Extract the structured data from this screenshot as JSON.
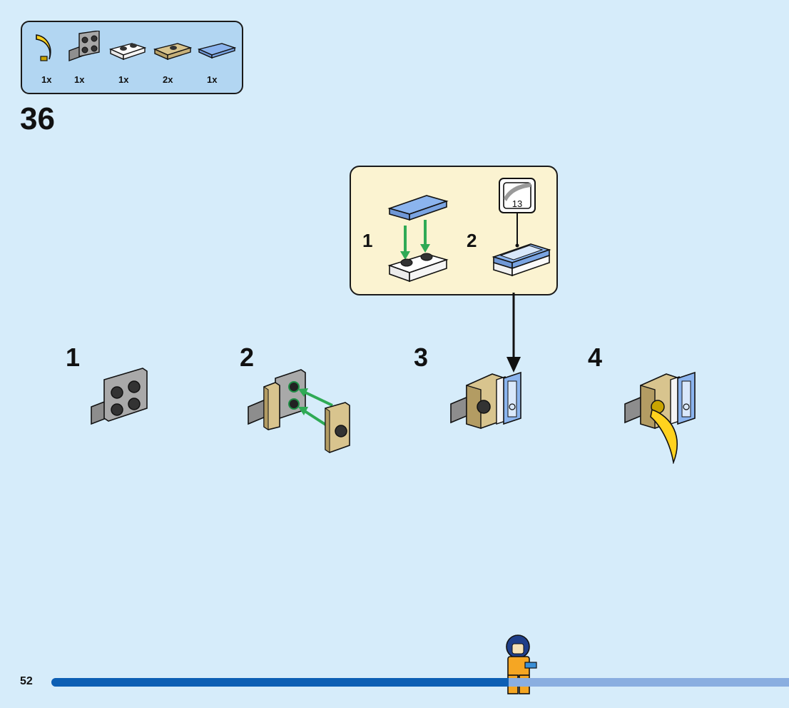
{
  "parts": [
    {
      "icon": "banana-piece-icon",
      "qty": "1x"
    },
    {
      "icon": "angle-bracket-piece-icon",
      "qty": "1x"
    },
    {
      "icon": "white-plate-piece-icon",
      "qty": "1x"
    },
    {
      "icon": "tan-jumper-plate-piece-icon",
      "qty": "2x"
    },
    {
      "icon": "blue-tile-piece-icon",
      "qty": "1x"
    }
  ],
  "step_number": "36",
  "callout": {
    "sub_steps": [
      "1",
      "2"
    ],
    "sticker_number": "13"
  },
  "steps": [
    "1",
    "2",
    "3",
    "4"
  ],
  "page_number": "52",
  "progress": 0.62,
  "colors": {
    "background": "#d6ecfa",
    "parts_panel": "#b2d6f2",
    "callout_panel": "#fbf3d1",
    "progress_fill": "#0d5fb4",
    "progress_track": "#8aaee0",
    "arrow_green": "#2faa55"
  }
}
